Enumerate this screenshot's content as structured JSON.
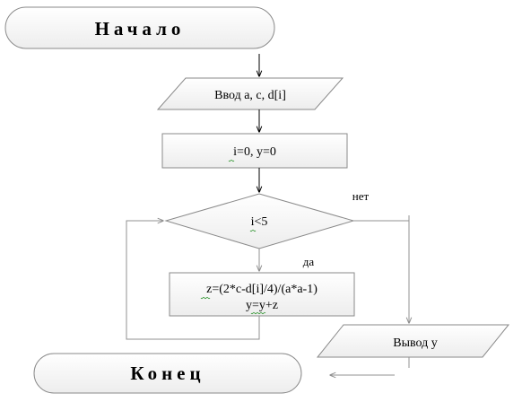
{
  "flowchart": {
    "start_label": "Начало",
    "input_label": "Ввод a, c, d[i]",
    "init_label": "i=0, y=0",
    "condition_label": "i<5",
    "compute_line1": "z=(2*c-d[i]/4)/(a*a-1)",
    "compute_line2": "y=y+z",
    "output_label": "Вывод y",
    "end_label": "Конец",
    "yes_label": "да",
    "no_label": "нет"
  }
}
